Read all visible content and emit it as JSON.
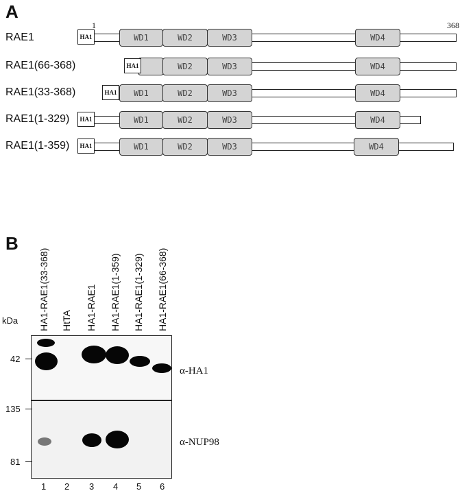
{
  "panel_a": {
    "letter": "A",
    "start_pos": "1",
    "end_pos": "368",
    "tag_label": "HA1",
    "domain_labels": [
      "WD1",
      "WD2",
      "WD3",
      "WD4"
    ],
    "constructs": [
      {
        "name": "RAE1"
      },
      {
        "name": "RAE1(66-368)"
      },
      {
        "name": "RAE1(33-368)"
      },
      {
        "name": "RAE1(1-329)"
      },
      {
        "name": "RAE1(1-359)"
      }
    ]
  },
  "panel_b": {
    "letter": "B",
    "kda_label": "kDa",
    "lanes": [
      {
        "label": "HA1-RAE1(33-368)",
        "number": "1"
      },
      {
        "label": "HtTA",
        "number": "2"
      },
      {
        "label": "HA1-RAE1",
        "number": "3"
      },
      {
        "label": "HA1-RAE1(1-359)",
        "number": "4"
      },
      {
        "label": "HA1-RAE1(1-329)",
        "number": "5"
      },
      {
        "label": "HA1-RAE1(66-368)",
        "number": "6"
      }
    ],
    "top_blot": {
      "marker": "42",
      "antibody": "α-HA1"
    },
    "bottom_blot": {
      "marker_high": "135",
      "marker_low": "81",
      "antibody": "α-NUP98"
    }
  }
}
